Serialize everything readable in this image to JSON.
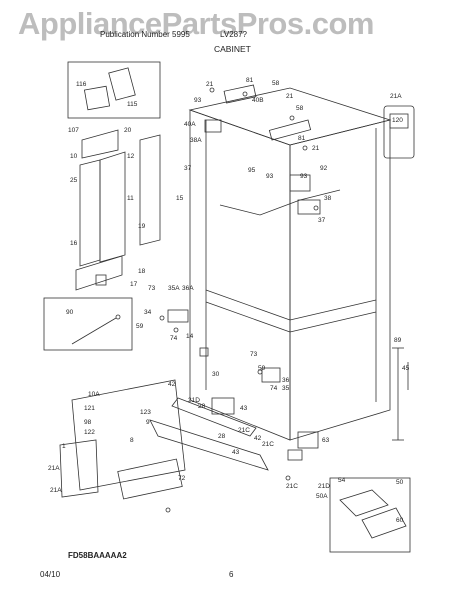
{
  "header": {
    "watermark": "AppliancePartsPros.com",
    "left_text": "Publication Number 5995",
    "model_text": "LV287?",
    "section": "CABINET"
  },
  "diagram_code": "FD58BAAAAA2",
  "footer": {
    "date": "04/10",
    "page": "6"
  },
  "part_labels": [
    "116",
    "115",
    "107",
    "20",
    "10",
    "12",
    "25",
    "15",
    "11",
    "16",
    "19",
    "18",
    "17",
    "90",
    "21",
    "81",
    "58",
    "93",
    "40B",
    "21",
    "58",
    "40A",
    "38A",
    "37",
    "21",
    "81",
    "93",
    "92",
    "95",
    "93",
    "37",
    "38",
    "120",
    "21A",
    "73",
    "35A",
    "36A",
    "34",
    "59",
    "74",
    "14",
    "73",
    "36",
    "35",
    "59",
    "74",
    "30",
    "42",
    "21D",
    "28",
    "43",
    "89",
    "45",
    "10A",
    "121",
    "98",
    "122",
    "123",
    "9",
    "8",
    "1",
    "21A",
    "21A",
    "72",
    "21C",
    "42",
    "21C",
    "28",
    "43",
    "63",
    "21C",
    "21D",
    "50A",
    "54",
    "50",
    "60"
  ]
}
